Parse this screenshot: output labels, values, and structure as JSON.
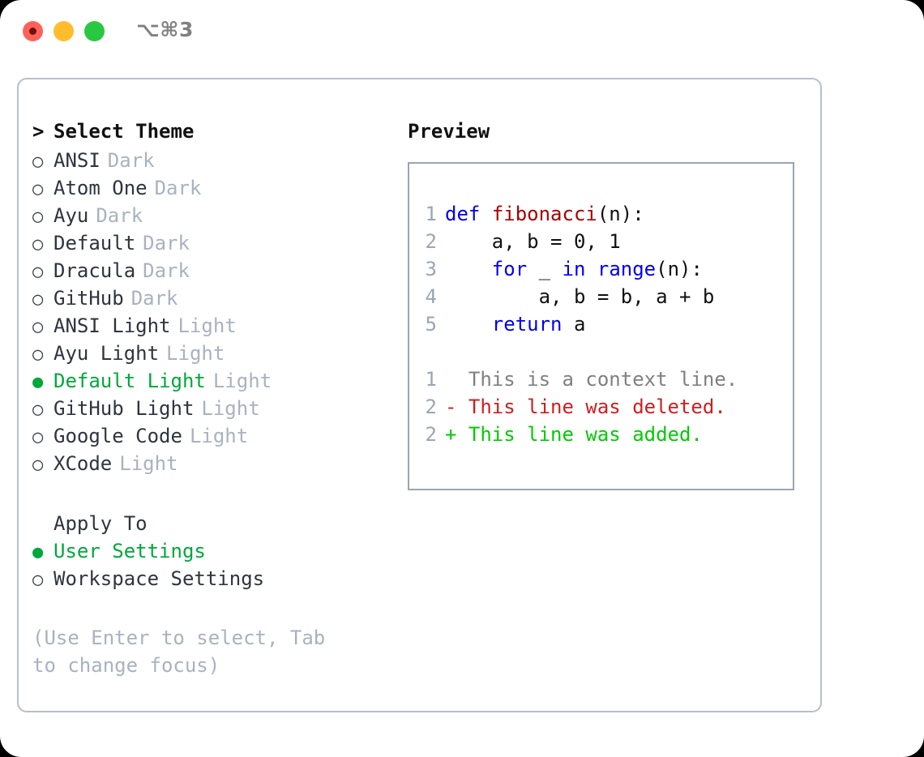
{
  "titlebar": {
    "shortcut": "⌥⌘3",
    "lights": [
      "close-button",
      "minimize-button",
      "maximize-button"
    ]
  },
  "theme_panel": {
    "header_marker": ">",
    "header_label": "Select Theme",
    "markers": {
      "selected": "●",
      "unselected": "○"
    },
    "items": [
      {
        "name": "ANSI",
        "kind": "Dark",
        "selected": false
      },
      {
        "name": "Atom One",
        "kind": "Dark",
        "selected": false
      },
      {
        "name": "Ayu",
        "kind": "Dark",
        "selected": false
      },
      {
        "name": "Default",
        "kind": "Dark",
        "selected": false
      },
      {
        "name": "Dracula",
        "kind": "Dark",
        "selected": false
      },
      {
        "name": "GitHub",
        "kind": "Dark",
        "selected": false
      },
      {
        "name": "ANSI Light",
        "kind": "Light",
        "selected": false
      },
      {
        "name": "Ayu Light",
        "kind": "Light",
        "selected": false
      },
      {
        "name": "Default Light",
        "kind": "Light",
        "selected": true
      },
      {
        "name": "GitHub Light",
        "kind": "Light",
        "selected": false
      },
      {
        "name": "Google Code",
        "kind": "Light",
        "selected": false
      },
      {
        "name": "XCode",
        "kind": "Light",
        "selected": false
      }
    ]
  },
  "apply_to": {
    "header_label": "Apply To",
    "options": [
      {
        "label": "User Settings",
        "selected": true
      },
      {
        "label": "Workspace Settings",
        "selected": false
      }
    ]
  },
  "hint": "(Use Enter to select, Tab to change focus)",
  "preview": {
    "title": "Preview",
    "code_lines": [
      {
        "no": "1",
        "tokens": [
          {
            "t": "def",
            "c": "kw"
          },
          {
            "t": " ",
            "c": "plain"
          },
          {
            "t": "fibonacci",
            "c": "fn"
          },
          {
            "t": "(n):",
            "c": "plain"
          }
        ]
      },
      {
        "no": "2",
        "tokens": [
          {
            "t": "    a, b = 0, 1",
            "c": "plain"
          }
        ]
      },
      {
        "no": "3",
        "tokens": [
          {
            "t": "    ",
            "c": "plain"
          },
          {
            "t": "for",
            "c": "kw"
          },
          {
            "t": " _ ",
            "c": "plain"
          },
          {
            "t": "in",
            "c": "kw"
          },
          {
            "t": " ",
            "c": "plain"
          },
          {
            "t": "range",
            "c": "kw"
          },
          {
            "t": "(n):",
            "c": "plain"
          }
        ]
      },
      {
        "no": "4",
        "tokens": [
          {
            "t": "        a, b = b, a + b",
            "c": "plain"
          }
        ]
      },
      {
        "no": "5",
        "tokens": [
          {
            "t": "    ",
            "c": "plain"
          },
          {
            "t": "return",
            "c": "kw"
          },
          {
            "t": " a",
            "c": "plain"
          }
        ]
      }
    ],
    "diff_lines": [
      {
        "no": "1",
        "text": "  This is a context line.",
        "c": "ctx"
      },
      {
        "no": "2",
        "text": "- This line was deleted.",
        "c": "del"
      },
      {
        "no": "2",
        "text": "+ This line was added.",
        "c": "add"
      }
    ]
  },
  "colors": {
    "accent_green": "#00a83c",
    "muted": "#a9b2c0",
    "keyword_blue": "#0000ee",
    "function_red": "#aa0000",
    "diff_delete": "#cc2020",
    "diff_add": "#00cc00",
    "border": "#b6bfcb",
    "preview_border": "#9aa5b1"
  }
}
